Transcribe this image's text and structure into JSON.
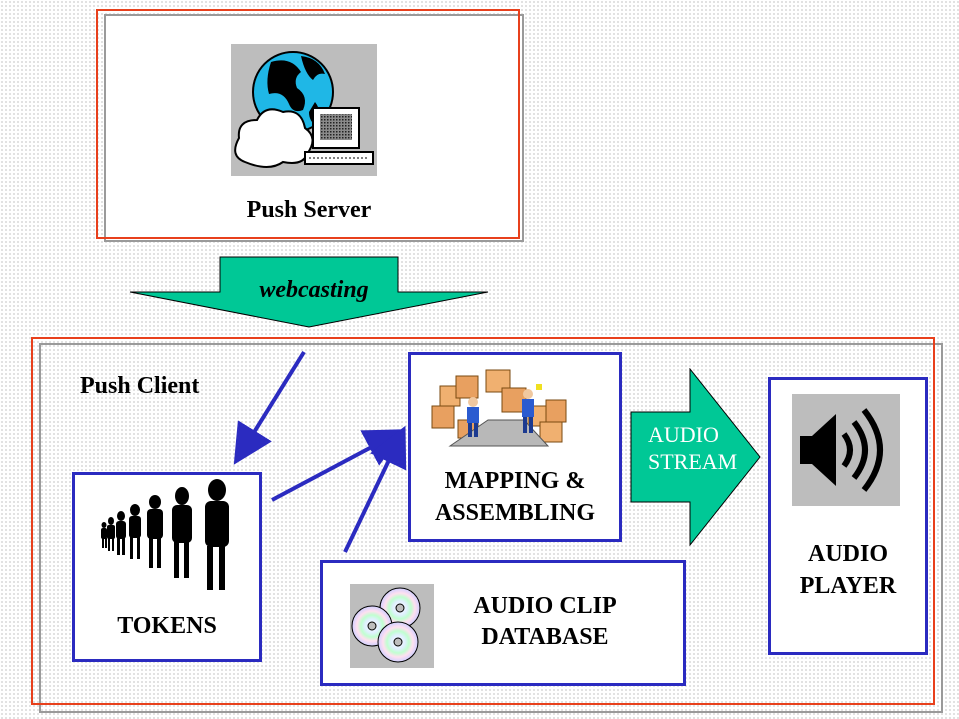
{
  "server": {
    "label": "Push Server",
    "icon": "globe-computer-icon"
  },
  "webcast": {
    "label": "webcasting"
  },
  "client": {
    "label": "Push Client"
  },
  "tokens": {
    "label": "TOKENS",
    "icon": "people-silhouettes-icon"
  },
  "mapping": {
    "line1": "MAPPING &",
    "line2": "ASSEMBLING",
    "icon": "workers-boxes-icon"
  },
  "database": {
    "line1": "AUDIO CLIP",
    "line2": "DATABASE",
    "icon": "compact-discs-icon"
  },
  "stream": {
    "line1": "AUDIO",
    "line2": "STREAM"
  },
  "player": {
    "line1": "AUDIO",
    "line2": "PLAYER",
    "icon": "speaker-icon"
  },
  "colors": {
    "red_frame": "#e8401c",
    "blue_frame": "#2b2bc0",
    "teal_arrow": "#00c896"
  }
}
